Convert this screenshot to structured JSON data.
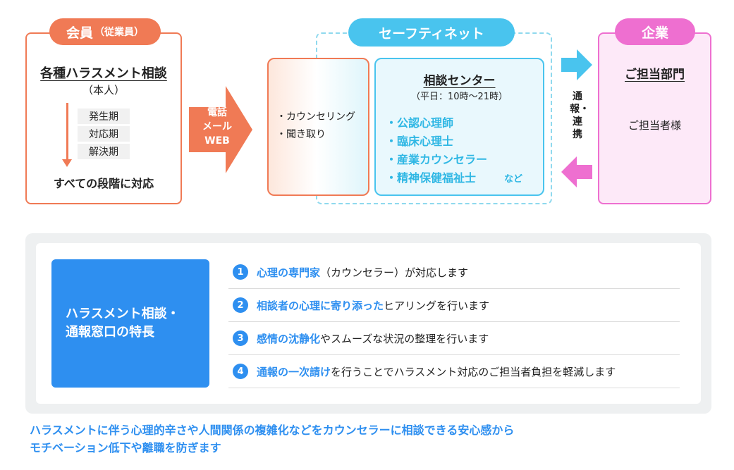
{
  "member": {
    "tag": "会員",
    "tag_sub": "（従業員）",
    "title": "各種ハラスメント相談",
    "self": "（本人）",
    "stages": [
      "発生期",
      "対応期",
      "解決期"
    ],
    "all_stages": "すべての段階に対応"
  },
  "contact": {
    "lines": [
      "電話",
      "メール",
      "WEB"
    ]
  },
  "safety_net": {
    "tag": "セーフティネット",
    "counsel_items": [
      "・カウンセリング",
      "・聞き取り"
    ],
    "center_title": "相談センター",
    "center_hours": "（平日：10時～21時）",
    "specialists": [
      "・公認心理師",
      "・臨床心理士",
      "・産業カウンセラー",
      "・精神保健福祉士"
    ],
    "specialists_more": "など"
  },
  "notify": {
    "text": "通報・連携"
  },
  "company": {
    "tag": "企業",
    "dept": "ご担当部門",
    "person": "ご担当者様"
  },
  "features": {
    "badge_line1": "ハラスメント相談・",
    "badge_line2": "通報窓口の特長",
    "items": [
      {
        "num": "1",
        "highlight": "心理の専門家",
        "rest": "（カウンセラー）が対応します"
      },
      {
        "num": "2",
        "highlight": "相談者の心理に寄り添った",
        "rest": "ヒアリングを行います"
      },
      {
        "num": "3",
        "highlight": "感情の沈静化",
        "rest": "やスムーズな状況の整理を行います"
      },
      {
        "num": "4",
        "highlight": "通報の一次請け",
        "rest": "を行うことでハラスメント対応のご担当者負担を軽減します"
      }
    ]
  },
  "bottom": {
    "line1": "ハラスメントに伴う心理的辛さや人間関係の複雑化などをカウンセラーに相談できる安心感から",
    "line2": "モチベーション低下や離職を防ぎます"
  },
  "colors": {
    "member": "#f07a55",
    "safety": "#49c4ee",
    "company": "#ee6fd0",
    "feature": "#2e8ff0"
  }
}
